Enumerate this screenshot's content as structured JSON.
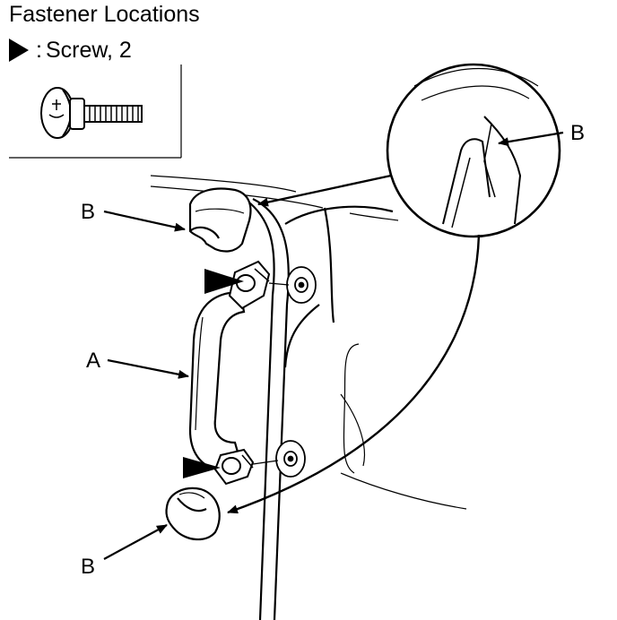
{
  "title": "Fastener Locations",
  "legend": {
    "symbol_icon": "black-triangle-pointer-icon",
    "separator": ":",
    "text": "Screw, 2"
  },
  "callouts": {
    "grab_handle": "A",
    "cap_top": "B",
    "cap_bottom": "B",
    "cap_detail": "B"
  },
  "colors": {
    "line": "#000000",
    "background": "#ffffff"
  }
}
